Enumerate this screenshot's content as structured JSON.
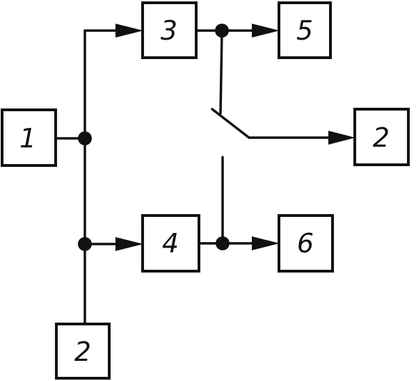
{
  "blocks": [
    {
      "id": "b1",
      "label": "1"
    },
    {
      "id": "b2_bottom",
      "label": "2"
    },
    {
      "id": "b3",
      "label": "3"
    },
    {
      "id": "b4",
      "label": "4"
    },
    {
      "id": "b5",
      "label": "5"
    },
    {
      "id": "b6",
      "label": "6"
    },
    {
      "id": "b2_right",
      "label": "2"
    }
  ],
  "connections": [
    {
      "from": "b1",
      "to": "b3"
    },
    {
      "from": "b1",
      "to": "b4"
    },
    {
      "from": "b2_bottom",
      "to": "b4"
    },
    {
      "from": "b3",
      "to": "b5"
    },
    {
      "from": "b4",
      "to": "b6"
    },
    {
      "from": "switch",
      "to": "b2_right"
    }
  ],
  "switch": {
    "between": [
      "b3_output",
      "b4_output"
    ],
    "output": "b2_right",
    "state": "open"
  }
}
